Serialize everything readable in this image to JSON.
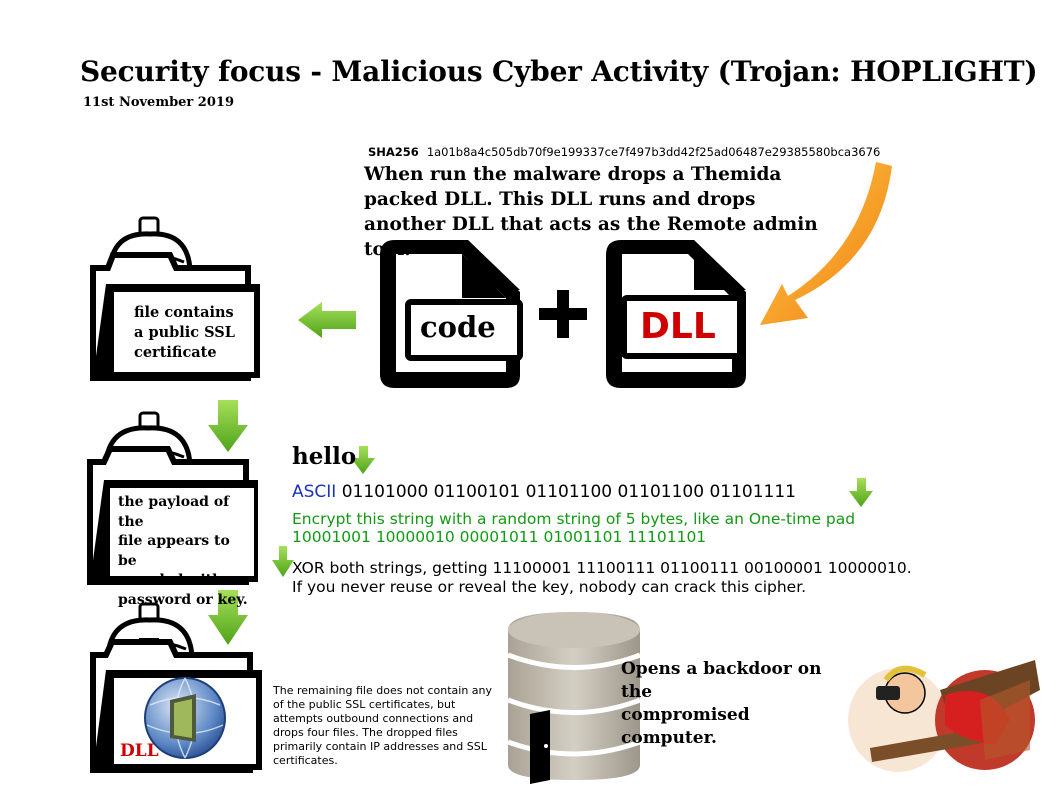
{
  "title": "Security focus - Malicious Cyber Activity (Trojan: HOPLIGHT)",
  "date": "11st November 2019",
  "sha": {
    "label": "SHA256",
    "hash": "1a01b8a4c505db70f9e199337ce7f497b3dd42f25ad06487e29385580bca3676"
  },
  "description": "When run the malware drops a Themida packed DLL. This DLL runs and drops another DLL that acts as the Remote admin tool.",
  "files": {
    "code_label": "code",
    "dll_label": "DLL",
    "plus": "+"
  },
  "folders": {
    "first": [
      "file contains",
      "a public SSL",
      "certificate"
    ],
    "second": [
      "the payload of the",
      "file appears to be",
      "encoded with a",
      "password or key."
    ],
    "third_label": "DLL"
  },
  "xor_example": {
    "word": "hello",
    "ascii_label": "ASCII",
    "ascii_bits": "01101000 01100101 01101100 01101100 01101111",
    "encrypt_line1": "Encrypt this string with a random string of 5 bytes, like an One-time pad",
    "encrypt_line2": "10001001 10000010 00001011 01001101 11101101",
    "xor_line1": "XOR both strings, getting 11100001 11100111 01100111 00100001 10000010.",
    "xor_line2": "If you never reuse or reveal the key, nobody can crack this cipher."
  },
  "backdoor": [
    "Opens a backdoor on the",
    "compromised computer."
  ],
  "remaining": "The remaining file does not contain any of the public SSL certificates, but attempts outbound connections and drops four files. The dropped files primarily contain IP addresses and SSL certificates.",
  "colors": {
    "arrow_green": "#6fbf2a",
    "arrow_orange": "#f49b1c",
    "dll_red": "#d00000",
    "ascii_blue": "#1a33b8",
    "encrypt_green": "#139a13"
  }
}
